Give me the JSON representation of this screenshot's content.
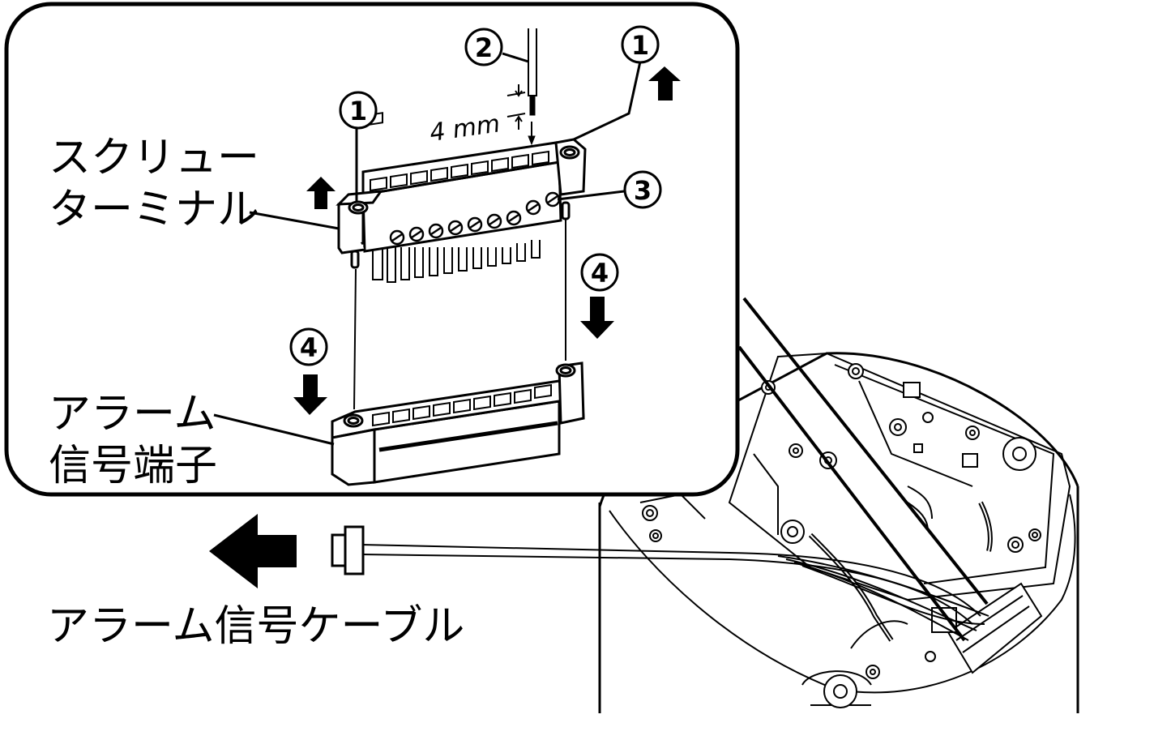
{
  "labels": {
    "screw_terminal_line1": "スクリュー",
    "screw_terminal_line2": "ターミナル",
    "alarm_terminal_line1": "アラーム",
    "alarm_terminal_line2": "信号端子",
    "alarm_cable": "アラーム信号ケーブル",
    "dimension": "4 mm"
  },
  "steps": {
    "step1": "1",
    "step2": "2",
    "step3": "3",
    "step4": "4"
  }
}
